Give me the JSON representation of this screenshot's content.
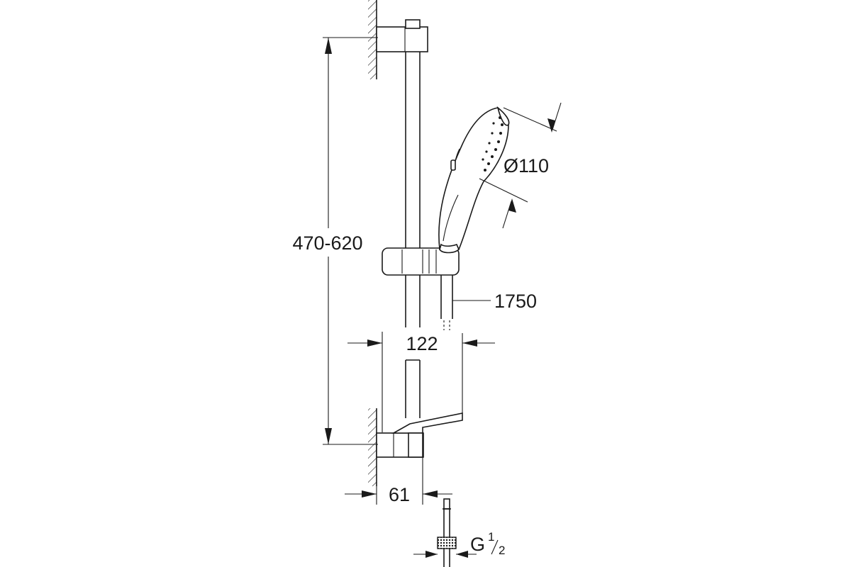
{
  "dimensions": {
    "rail_length": "470-620",
    "head_diameter": "Ø110",
    "hose_length": "1750",
    "projection": "122",
    "wall_distance": "61",
    "thread_main": "G",
    "thread_num": "1",
    "thread_den": "2"
  }
}
